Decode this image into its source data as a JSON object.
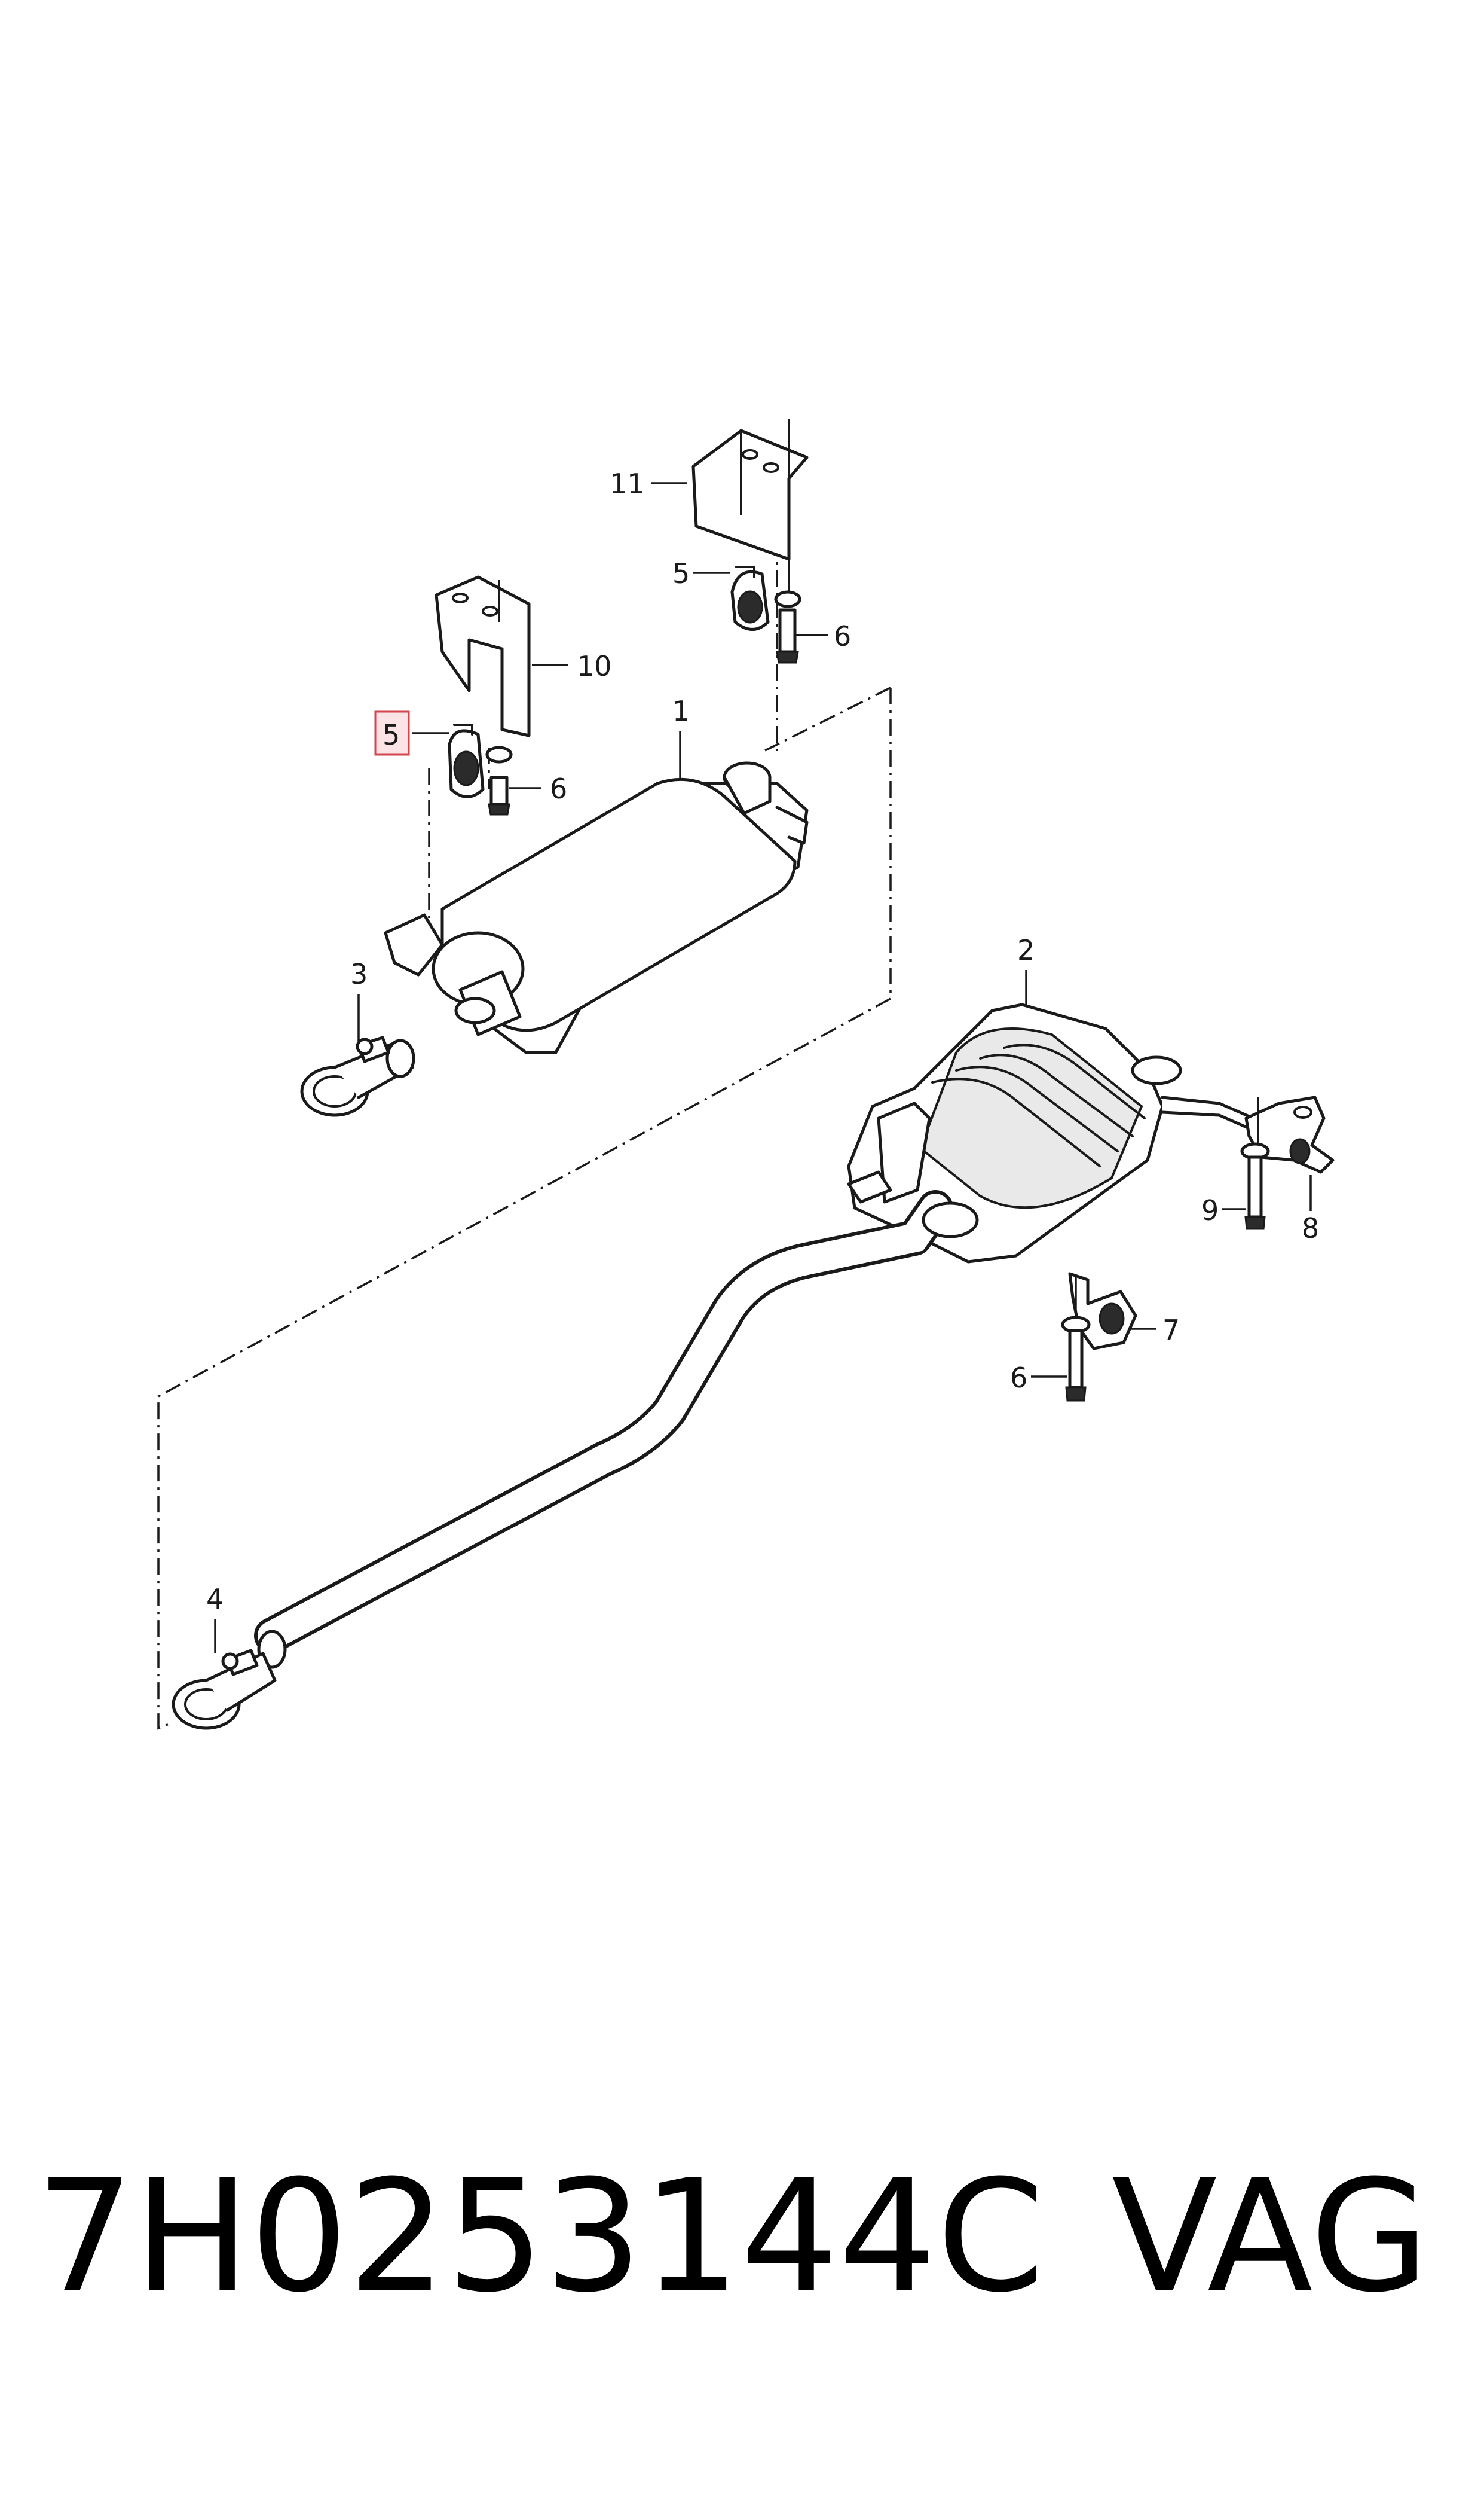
{
  "callouts": {
    "c1": "1",
    "c2": "2",
    "c3": "3",
    "c4": "4",
    "c5a": "5",
    "c5b": "5",
    "c6a": "6",
    "c6b": "6",
    "c6c": "6",
    "c7": "7",
    "c8": "8",
    "c9": "9",
    "c10": "10",
    "c11": "11"
  },
  "highlighted_callout": "5",
  "caption": {
    "part_number": "7H0253144C",
    "brand": "VAG"
  },
  "colors": {
    "line": "#1a1a1a",
    "highlight_fill": "#fbe3e6",
    "highlight_stroke": "#d2454f"
  }
}
